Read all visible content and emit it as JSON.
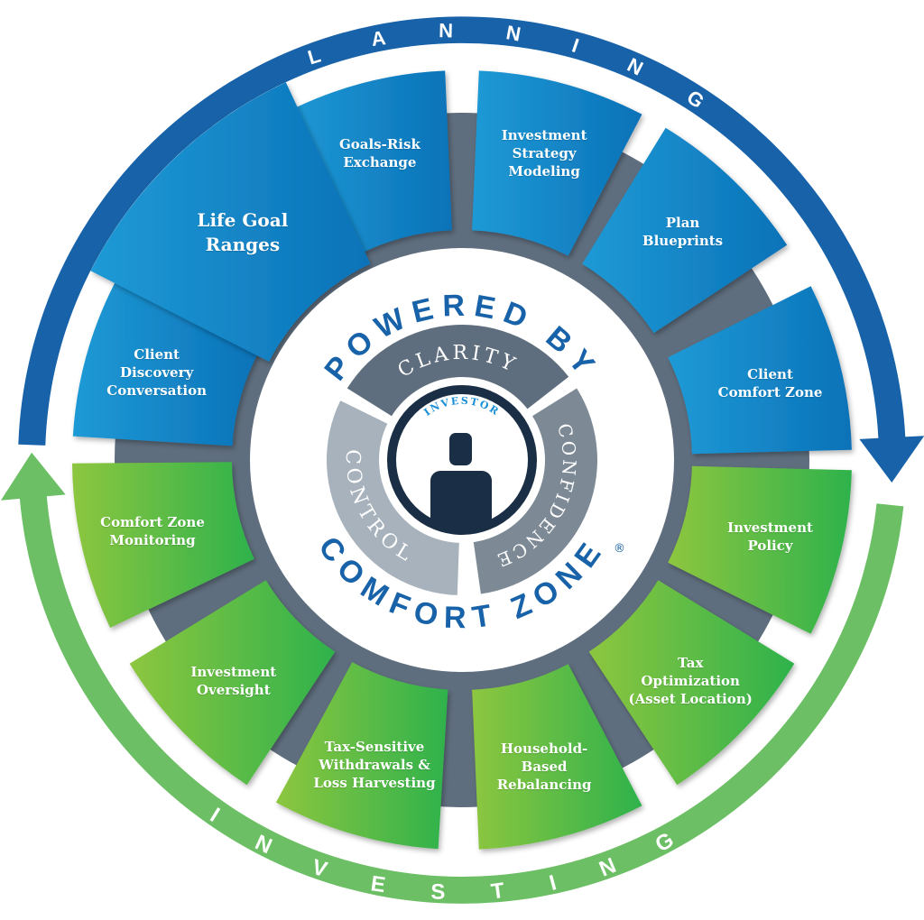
{
  "ring": {
    "planning_label": "LANNING",
    "investing_label": "INVESTING",
    "colors": {
      "planning": "#1762a8",
      "investing": "#6cbf64"
    }
  },
  "center": {
    "top_arc": "POWERED BY",
    "bottom_arc": "COMFORT ZONE",
    "registered_mark": "®",
    "investor_label": "INVESTOR",
    "cycle": [
      "CLARITY",
      "CONFIDENCE",
      "CONTROL"
    ]
  },
  "tiles": [
    {
      "label": "Goals-Risk\nExchange",
      "phase": "planning"
    },
    {
      "label": "Investment\nStrategy\nModeling",
      "phase": "planning"
    },
    {
      "label": "Plan\nBlueprints",
      "phase": "planning"
    },
    {
      "label": "Client\nComfort Zone",
      "phase": "planning"
    },
    {
      "label": "Investment\nPolicy",
      "phase": "investing"
    },
    {
      "label": "Tax\nOptimization\n(Asset Location)",
      "phase": "investing"
    },
    {
      "label": "Household-\nBased\nRebalancing",
      "phase": "investing"
    },
    {
      "label": "Tax-Sensitive\nWithdrawals &\nLoss Harvesting",
      "phase": "investing"
    },
    {
      "label": "Investment\nOversight",
      "phase": "investing"
    },
    {
      "label": "Comfort Zone\nMonitoring",
      "phase": "investing"
    },
    {
      "label": "Client\nDiscovery\nConversation",
      "phase": "planning"
    },
    {
      "label": "Life Goal\nRanges",
      "phase": "planning"
    }
  ]
}
